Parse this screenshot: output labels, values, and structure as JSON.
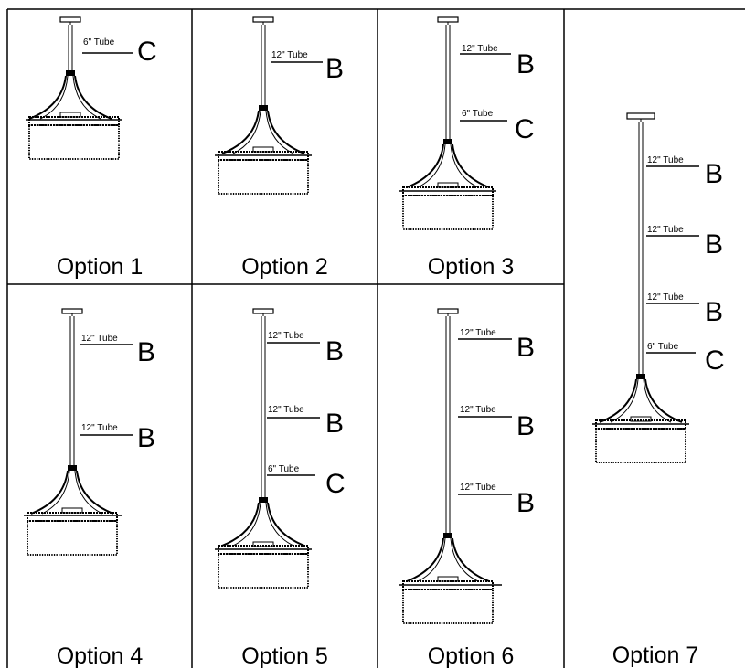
{
  "options": [
    {
      "label": "Option 1",
      "tubes": [
        {
          "length": "6\" Tube",
          "code": "C"
        }
      ]
    },
    {
      "label": "Option 2",
      "tubes": [
        {
          "length": "12\" Tube",
          "code": "B"
        }
      ]
    },
    {
      "label": "Option 3",
      "tubes": [
        {
          "length": "12\" Tube",
          "code": "B"
        },
        {
          "length": "6\" Tube",
          "code": "C"
        }
      ]
    },
    {
      "label": "Option 4",
      "tubes": [
        {
          "length": "12\" Tube",
          "code": "B"
        },
        {
          "length": "12\" Tube",
          "code": "B"
        }
      ]
    },
    {
      "label": "Option 5",
      "tubes": [
        {
          "length": "12\" Tube",
          "code": "B"
        },
        {
          "length": "12\" Tube",
          "code": "B"
        },
        {
          "length": "6\" Tube",
          "code": "C"
        }
      ]
    },
    {
      "label": "Option 6",
      "tubes": [
        {
          "length": "12\" Tube",
          "code": "B"
        },
        {
          "length": "12\" Tube",
          "code": "B"
        },
        {
          "length": "12\" Tube",
          "code": "B"
        }
      ]
    },
    {
      "label": "Option 7",
      "tubes": [
        {
          "length": "12\" Tube",
          "code": "B"
        },
        {
          "length": "12\" Tube",
          "code": "B"
        },
        {
          "length": "12\" Tube",
          "code": "B"
        },
        {
          "length": "6\" Tube",
          "code": "C"
        }
      ]
    }
  ]
}
